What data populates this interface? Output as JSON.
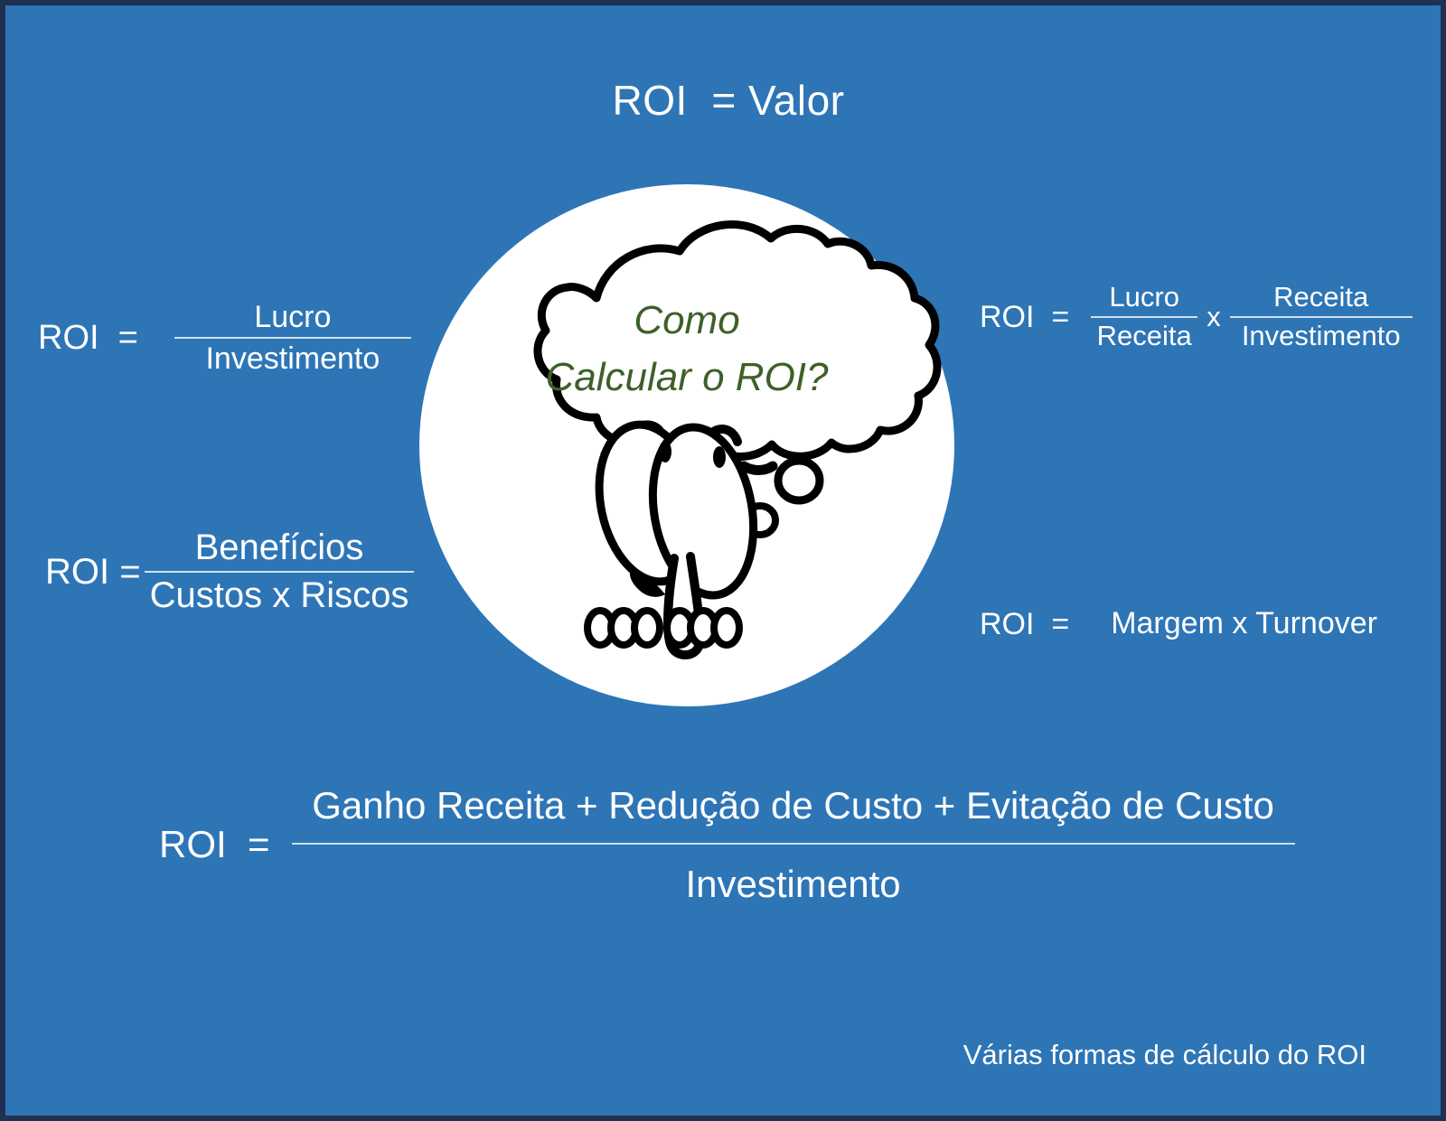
{
  "slide": {
    "title": "ROI  = Valor",
    "caption": "Várias formas de cálculo do ROI",
    "background_color": "#2e75b6",
    "border_color": "#1f3050",
    "text_color": "#ffffff",
    "accent_green": "#3d6028"
  },
  "illustration": {
    "name": "thinking-cartoon-in-white-circle",
    "circle_color": "#ffffff",
    "bubble_line_1": "Como",
    "bubble_line_2": "Calcular o ROI?",
    "bubble_text_color": "#3d6028"
  },
  "formulas": {
    "lucro_investimento": {
      "lhs": "ROI  =",
      "numerator": "Lucro",
      "denominator": "Investimento"
    },
    "beneficios_custos": {
      "lhs": "ROI =",
      "numerator": "Benefícios",
      "denominator": "Custos x Riscos"
    },
    "lucro_receita": {
      "lhs": "ROI  =",
      "numerator_a": "Lucro",
      "denominator_a": "Receita",
      "operator": "x",
      "numerator_b": "Receita",
      "denominator_b": "Investimento"
    },
    "margem_turnover": {
      "lhs": "ROI  =",
      "rhs": "Margem x Turnover"
    },
    "ganho_receita": {
      "lhs": "ROI  =",
      "numerator": "Ganho Receita + Redução de Custo + Evitação de Custo",
      "denominator": "Investimento"
    }
  }
}
